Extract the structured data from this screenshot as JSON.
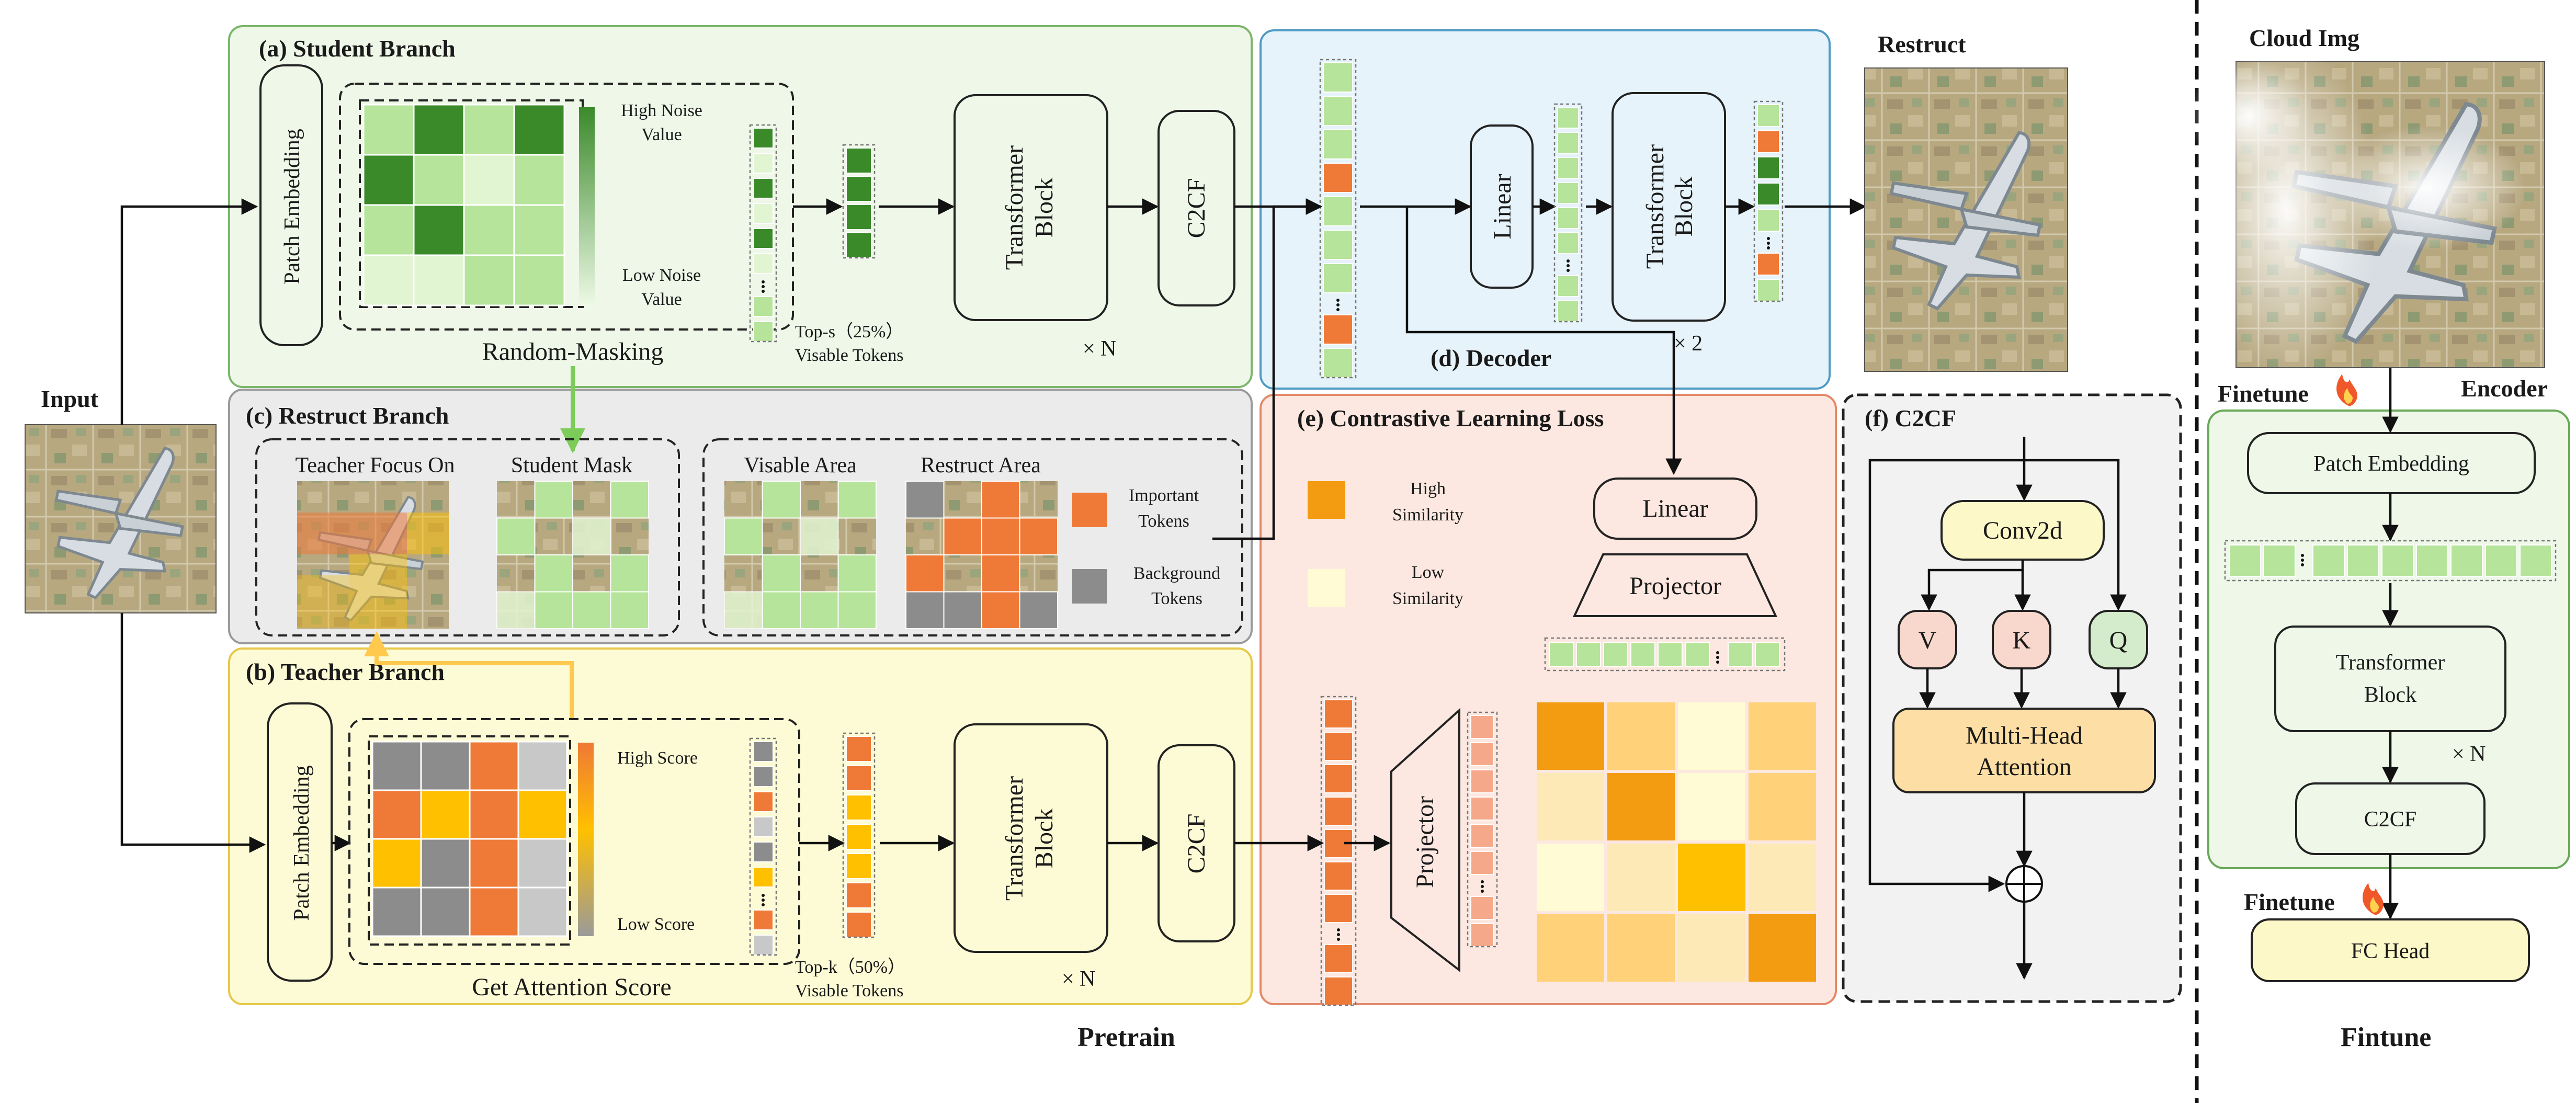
{
  "input": {
    "label": "Input"
  },
  "student": {
    "title": "(a) Student Branch",
    "patch_embedding": "Patch Embedding",
    "noise_high": [
      "High Noise",
      "Value"
    ],
    "noise_low": [
      "Low Noise",
      "Value"
    ],
    "masking_label": "Random-Masking",
    "topk": [
      "Top-s（25%）",
      "Visable Tokens"
    ],
    "transformer": [
      "Transformer",
      "Block"
    ],
    "c2cf": "C2CF",
    "repeat": "× N"
  },
  "restruct_branch": {
    "title": "(c) Restruct Branch",
    "teacher_focus": "Teacher Focus On",
    "student_mask": "Student Mask",
    "visable_area": "Visable Area",
    "restruct_area": "Restruct Area",
    "important": [
      "Important",
      "Tokens"
    ],
    "background": [
      "Background",
      "Tokens"
    ]
  },
  "teacher": {
    "title": "(b) Teacher Branch",
    "patch_embedding": "Patch Embedding",
    "score_high": "High Score",
    "score_low": "Low Score",
    "attention_label": "Get Attention Score",
    "topk": [
      "Top-k（50%）",
      "Visable Tokens"
    ],
    "transformer": [
      "Transformer",
      "Block"
    ],
    "c2cf": "C2CF",
    "repeat": "× N"
  },
  "decoder": {
    "title": "(d) Decoder",
    "linear": "Linear",
    "transformer": [
      "Transformer",
      "Block"
    ],
    "repeat": "× 2",
    "output_label": "Restruct"
  },
  "contrastive": {
    "title": "(e) Contrastive Learning Loss",
    "high": [
      "High",
      "Similarity"
    ],
    "low": [
      "Low",
      "Similarity"
    ],
    "linear": "Linear",
    "projector_top": "Projector",
    "projector_side": "Projector"
  },
  "c2cf_detail": {
    "title": "(f) C2CF",
    "conv": "Conv2d",
    "v": "V",
    "k": "K",
    "q": "Q",
    "mha": [
      "Multi-Head",
      "Attention"
    ]
  },
  "finetune": {
    "cloud_label": "Cloud Img",
    "finetune_label_1": "Finetune",
    "finetune_label_2": "Finetune",
    "encoder_label": "Encoder",
    "patch_embedding": "Patch Embedding",
    "transformer": [
      "Transformer",
      "Block"
    ],
    "repeat": "× N",
    "c2cf": "C2CF",
    "fc_head": "FC Head"
  },
  "footer": {
    "pretrain": "Pretrain",
    "fintune": "Fintune"
  },
  "colors": {
    "green_dark": "#3a8a2a",
    "green_light": "#b6e49a",
    "green_pale": "#e2f5d2",
    "orange": "#ef7936",
    "yellow": "#ffc000",
    "gray": "#8c8c8c",
    "student_bg": "#eef7e8",
    "teacher_bg": "#fdfbd5",
    "decoder_bg": "#e6f3fb",
    "contrastive_bg": "#fce8e0",
    "c2cf_bg": "#f2f2f2",
    "restruct_bg": "#ebebeb"
  }
}
